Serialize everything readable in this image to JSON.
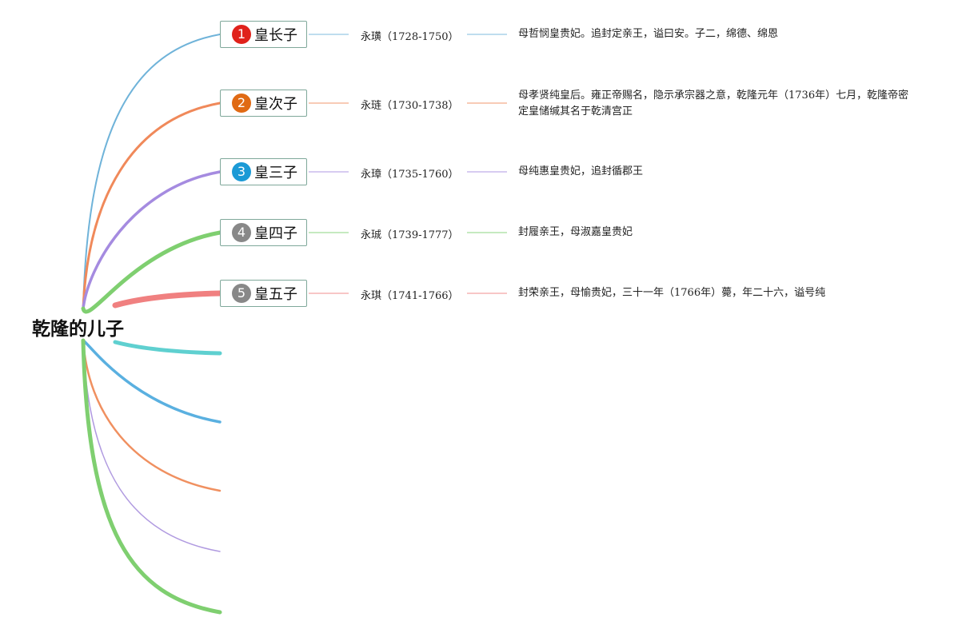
{
  "root": {
    "label": "乾隆的儿子"
  },
  "sons": [
    {
      "num": "1",
      "label": "皇长子",
      "color": "#e0221b",
      "line_color": "#6fb3d9",
      "name": "永璜（1728-1750）",
      "desc": "母哲悯皇贵妃。追封定亲王，谥曰安。子二，绵德、绵恩"
    },
    {
      "num": "2",
      "label": "皇次子",
      "color": "#e06a14",
      "line_color": "#f0895a",
      "name": "永琏（1730-1738）",
      "desc": "母孝贤纯皇后。雍正帝赐名，隐示承宗器之意，乾隆元年（1736年）七月，乾隆帝密定皇储缄其名于乾清宫正"
    },
    {
      "num": "3",
      "label": "皇三子",
      "color": "#1b9ad6",
      "line_color": "#a58be0",
      "name": "永璋（1735-1760）",
      "desc": "母纯惠皇贵妃，追封循郡王"
    },
    {
      "num": "4",
      "label": "皇四子",
      "color": "#888888",
      "line_color": "#7fcf70",
      "name": "永珹（1739-1777）",
      "desc": "封履亲王，母淑嘉皇贵妃"
    },
    {
      "num": "5",
      "label": "皇五子",
      "color": "#888888",
      "line_color": "#f08080",
      "name": "永琪（1741-1766）",
      "desc": "封荣亲王，母愉贵妃，三十一年（1766年）薨，年二十六，谥号纯"
    }
  ],
  "empty_branches": [
    {
      "color": "#5fd0d0"
    },
    {
      "color": "#5ab0e0"
    },
    {
      "color": "#f09060"
    },
    {
      "color": "#b09ae0"
    },
    {
      "color": "#7fcf70"
    }
  ]
}
